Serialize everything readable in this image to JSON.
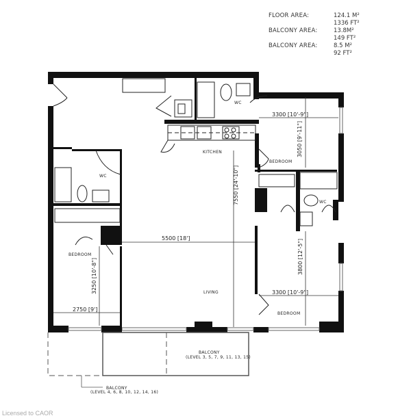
{
  "areas": {
    "floor": {
      "label": "FLOOR AREA:",
      "metric": "124.1 M²",
      "imperial": "1336 FT²"
    },
    "balcony1": {
      "label": "BALCONY AREA:",
      "metric": "13.8M²",
      "imperial": "149 FT²"
    },
    "balcony2": {
      "label": "BALCONY AREA:",
      "metric": "8.5 M²",
      "imperial": "92 FT²"
    }
  },
  "rooms": {
    "kitchen": "KITCHEN",
    "living": "LIVING",
    "bedroom_left": "BEDROOM",
    "bedroom_top_right": "BEDROOM",
    "bedroom_bottom_right": "BEDROOM",
    "wc_left": "WC",
    "wc_top": "WC",
    "wc_right": "WC"
  },
  "dimensions": {
    "living_width": "5500 [18']",
    "living_depth": "7550 [24'-10\"]",
    "bedroom_tr_width": "3300 [10'-9\"]",
    "bedroom_tr_depth": "3050 [9'-11\"]",
    "bedroom_br_width": "3300 [10'-9\"]",
    "bedroom_br_depth": "3800 [12'-5\"]",
    "bedroom_l_width": "2750 [9']",
    "bedroom_l_depth": "3250 [10'-8\"]"
  },
  "balconies": {
    "main_label": "BALCONY",
    "main_levels": "(LEVEL 3, 5, 7, 9, 11, 13, 15)",
    "alt_label": "BALCONY",
    "alt_levels": "(LEVEL 4, 6, 8, 10, 12, 14, 16)"
  },
  "watermark": "Licensed to CAOR"
}
